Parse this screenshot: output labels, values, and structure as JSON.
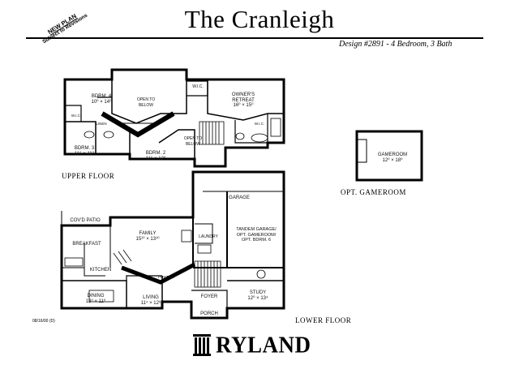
{
  "header": {
    "title": "The Cranleigh",
    "design_info": "Design #2891 - 4 Bedroom, 3 Bath"
  },
  "stamp": {
    "line1": "NEW PLAN",
    "line2": "Subject to Revisions"
  },
  "upper_floor": {
    "caption": "UPPER FLOOR",
    "rooms": {
      "bdrm4": "BDRM. 4\n10⁰ × 14⁰",
      "open_to_below_1": "OPEN TO\nBELOW",
      "wic_upper": "W.I.C.",
      "owners_retreat": "OWNER'S\nRETREAT\n16⁰ × 15⁰",
      "wic_left": "W.I.C.",
      "linen": "LINEN",
      "wic_owner": "W.I.C.",
      "bdrm3": "BDRM. 3\n11⁶ × 11⁰",
      "bdrm2": "BDRM. 2\n11⁶ × 12⁰",
      "open_to_below_2": "OPEN TO\nBELOW"
    }
  },
  "optional_gameroom": {
    "caption": "OPT. GAMEROOM",
    "label": "GAMEROOM\n12⁰ × 18⁰"
  },
  "lower_floor": {
    "caption": "LOWER FLOOR",
    "rooms": {
      "garage": "GARAGE",
      "covd_patio": "COV'D PATIO",
      "family": "FAMILY\n15¹⁰ × 13¹⁰",
      "breakfast": "BREAKFAST",
      "laundry": "LAUNDRY",
      "tandem_garage": "TANDEM GARAGE/\nOPT. GAMEROOM/\nOPT. BDRM. 6",
      "kitchen": "KITCHEN",
      "powder": "POWDER",
      "dining": "DINING\n13⁰ × 11⁰",
      "living": "LIVING\n11⁴ × 12⁶",
      "foyer": "FOYER",
      "study": "STUDY\n12⁰ × 13⁴",
      "porch": "PORCH"
    }
  },
  "footer": {
    "date": "08/16/00 (D)",
    "brand": "RYLAND"
  }
}
